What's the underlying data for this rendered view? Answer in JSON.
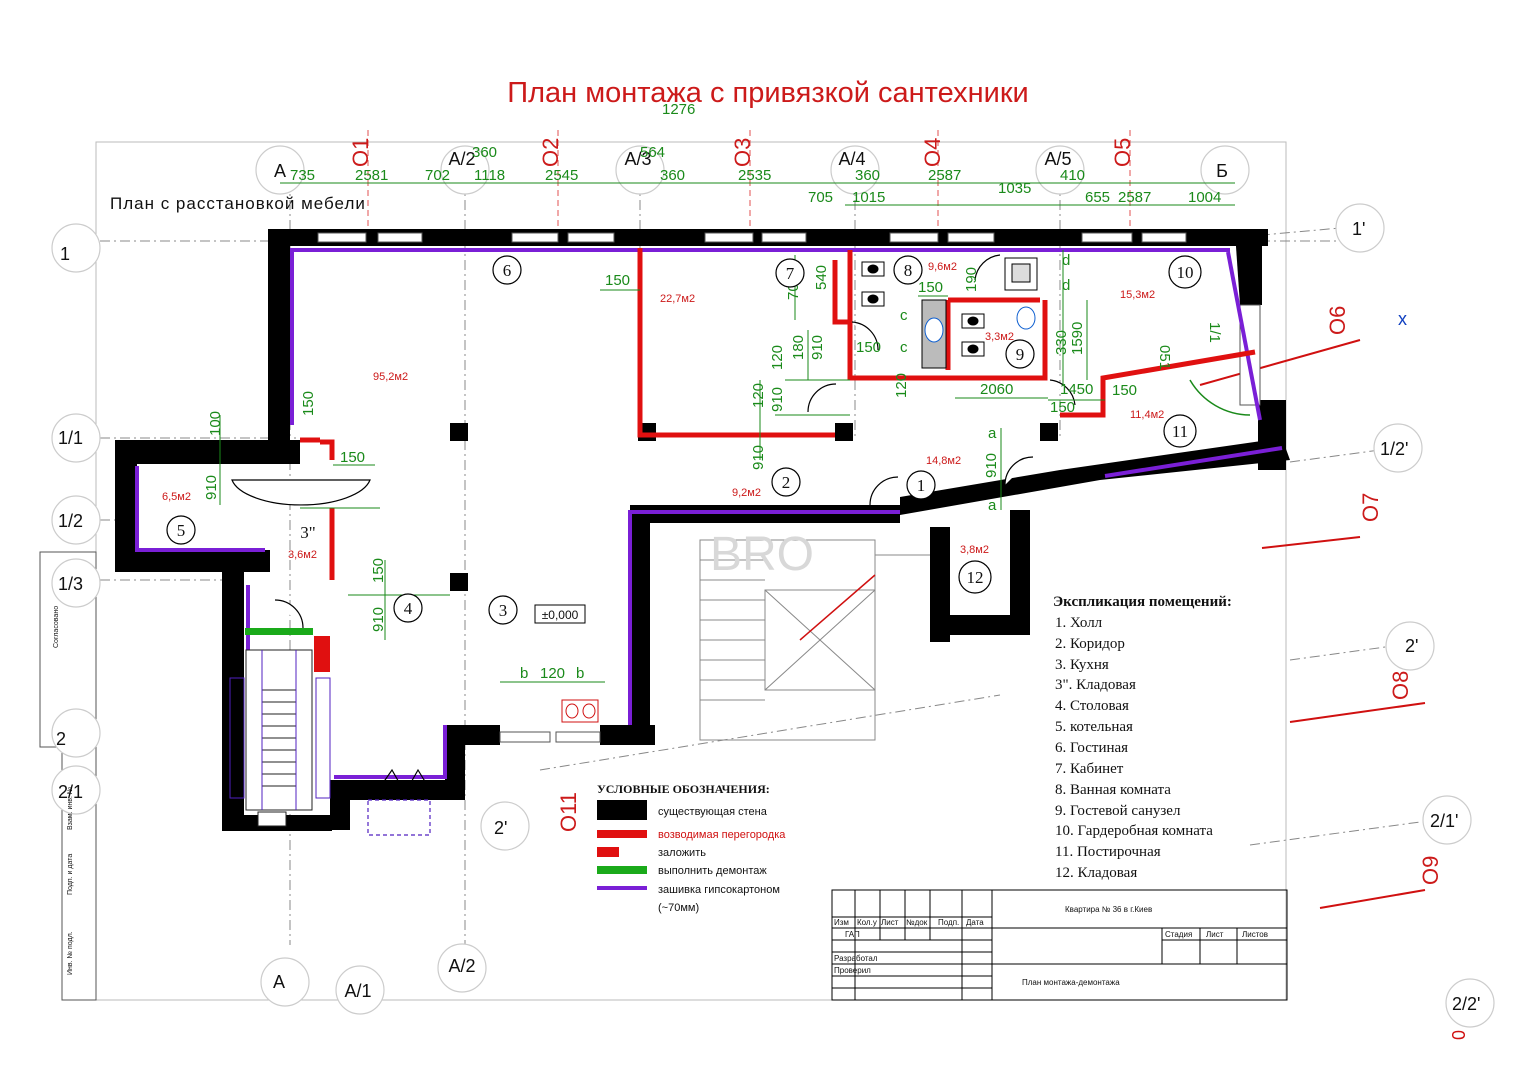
{
  "title": "План монтажа  с привязкой сантехники",
  "subtitle": "План с расстановкой мебели",
  "axes_top": [
    "А",
    "А/2",
    "А/3",
    "А/4",
    "А/5",
    "Б"
  ],
  "axes_bottom": [
    "А",
    "А/1",
    "А/2"
  ],
  "axes_left": [
    "1",
    "1/1",
    "1/2",
    "1/3",
    "2",
    "2/1"
  ],
  "axes_right": [
    "1'",
    "1/2'",
    "2'",
    "2/1'",
    "2/2'"
  ],
  "axis_misc": [
    "2'"
  ],
  "axes_o": [
    "О1",
    "О2",
    "О3",
    "О4",
    "О5",
    "О6",
    "О7",
    "О8",
    "О9",
    "О11"
  ],
  "dims_top": [
    "735",
    "2581",
    "702",
    "360",
    "1118",
    "2545",
    "564",
    "360",
    "1276",
    "2535",
    "705",
    "360",
    "1015",
    "2587",
    "1035",
    "410",
    "655",
    "2587",
    "1004"
  ],
  "dims_inner": [
    "150",
    "700",
    "540",
    "150",
    "190",
    "330",
    "1590",
    "180",
    "910",
    "120",
    "150",
    "2060",
    "1450",
    "150",
    "910",
    "120",
    "051",
    "150",
    "100",
    "910",
    "150",
    "910",
    "150",
    "910",
    "120",
    "910",
    "150",
    "b",
    "120",
    "b",
    "a",
    "a",
    "с",
    "с",
    "d",
    "d",
    "1/1"
  ],
  "rooms": [
    {
      "num": "1",
      "area": "14,8м2"
    },
    {
      "num": "2",
      "area": "9,2м2"
    },
    {
      "num": "3",
      "area": ""
    },
    {
      "num": "3\"",
      "area": "3,6м2"
    },
    {
      "num": "4",
      "area": ""
    },
    {
      "num": "5",
      "area": "6,5м2"
    },
    {
      "num": "6",
      "area": "95,2м2"
    },
    {
      "num": "7",
      "area": "22,7м2"
    },
    {
      "num": "8",
      "area": "9,6м2"
    },
    {
      "num": "9",
      "area": "3,3м2"
    },
    {
      "num": "10",
      "area": "15,3м2"
    },
    {
      "num": "11",
      "area": "11,4м2"
    },
    {
      "num": "12",
      "area": "3,8м2"
    }
  ],
  "level_mark": "±0,000",
  "watermark": "BRO",
  "explication": {
    "title": "Экспликация помещений:",
    "items": [
      "1. Холл",
      "2. Коридор",
      "3. Кухня",
      "3\". Кладовая",
      "4. Столовая",
      "5. котельная",
      "6. Гостиная",
      "7. Кабинет",
      "8. Ванная комната",
      "9. Гостевой санузел",
      "10. Гардеробная комната",
      "11. Постирочная",
      "12. Кладовая"
    ]
  },
  "legend": {
    "title": "УСЛОВНЫЕ ОБОЗНАЧЕНИЯ:",
    "items": [
      {
        "label": "существующая стена",
        "color": "#000000"
      },
      {
        "label": "возводимая перегородка",
        "color": "#e01010"
      },
      {
        "label": "заложить",
        "color": "#e01010"
      },
      {
        "label": "выполнить демонтаж",
        "color": "#1aaa1a"
      },
      {
        "label": "зашивка гипсокартоном",
        "color": "#7a1fd6"
      },
      {
        "label": "(~70мм)",
        "color": ""
      }
    ]
  },
  "stamp": {
    "project": "Квартира № 36  в  г.Киев",
    "sheet": "План монтажа-демонтажа",
    "headers": [
      "Изм",
      "Кол.у",
      "Лист",
      "№док",
      "Подп.",
      "Дата"
    ],
    "stage_headers": [
      "Стадия",
      "Лист",
      "Листов"
    ],
    "left_labels": [
      "ГАП",
      "Разработал",
      "Проверил"
    ]
  },
  "side_stamp": [
    "Согласовано",
    "Взам. инв. №",
    "Подп. и дата",
    "Инв. № подл."
  ],
  "marks": [
    "x",
    "0"
  ],
  "colors": {
    "wall": "#000000",
    "partition": "#e01010",
    "gypsum": "#7a1fd6",
    "demolish": "#1aaa1a",
    "dims": "#1a8a1a",
    "title": "#cc1a1a"
  }
}
